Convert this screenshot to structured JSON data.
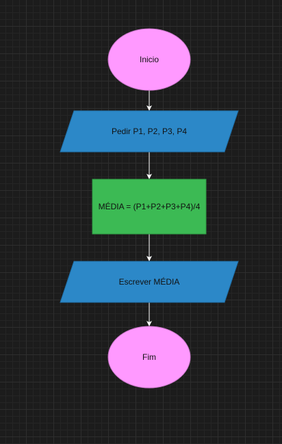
{
  "diagram": {
    "nodes": [
      {
        "id": "start",
        "shape": "ellipse",
        "label": "Inicio",
        "color": "#ff99ff"
      },
      {
        "id": "input",
        "shape": "parallelogram",
        "label": "Pedir P1, P2, P3, P4",
        "color": "#2c88c8"
      },
      {
        "id": "process",
        "shape": "rectangle",
        "label": "MÉDIA = (P1+P2+P3+P4)/4",
        "color": "#3cba54"
      },
      {
        "id": "output",
        "shape": "parallelogram",
        "label": "Escrever MÉDIA",
        "color": "#2c88c8"
      },
      {
        "id": "end",
        "shape": "ellipse",
        "label": "Fim",
        "color": "#ff99ff"
      }
    ],
    "edges": [
      {
        "from": "start",
        "to": "input"
      },
      {
        "from": "input",
        "to": "process"
      },
      {
        "from": "process",
        "to": "output"
      },
      {
        "from": "output",
        "to": "end"
      }
    ],
    "arrow_color": "#ffffff"
  }
}
